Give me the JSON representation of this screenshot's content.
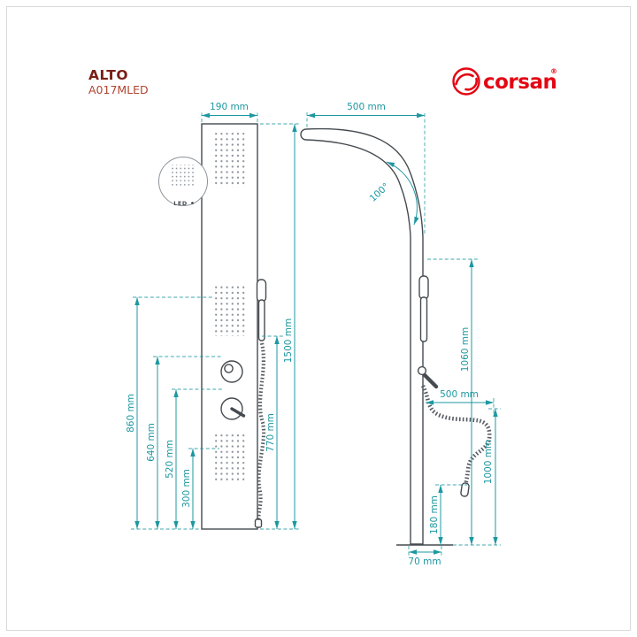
{
  "header": {
    "product_name": "ALTO",
    "product_code": "A017MLED",
    "brand_name": "corsan",
    "registered_mark": "®"
  },
  "detail": {
    "led_label": "LED"
  },
  "dims": {
    "panel_width": "190 mm",
    "arm_reach": "500 mm",
    "arm_angle": "100°",
    "total_height": "1500 mm",
    "hose_drop": "770 mm",
    "h860": "860 mm",
    "h640": "640 mm",
    "h520": "520 mm",
    "h300": "300 mm",
    "h1060": "1060 mm",
    "hose_reach": "500 mm",
    "h180": "180 mm",
    "hose_length": "1000 mm",
    "base_width": "70 mm"
  },
  "colors": {
    "dimension_teal": "#1d98a0",
    "drawing_gray": "#454b50",
    "dots_gray": "#8d939a",
    "title_maroon": "#7a1f16",
    "code_red": "#b2452f",
    "brand_red": "#e30613"
  }
}
